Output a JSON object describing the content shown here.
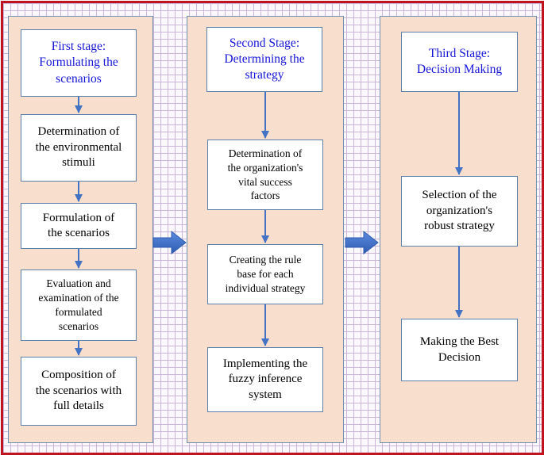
{
  "stages": [
    {
      "title": "First stage:\nFormulating the\nscenarios",
      "steps": [
        "Determination of\nthe environmental\nstimuli",
        "Formulation of\nthe scenarios",
        "Evaluation and\nexamination of the\nformulated\nscenarios",
        "Composition of\nthe scenarios with\nfull details"
      ]
    },
    {
      "title": "Second Stage:\nDetermining the\nstrategy",
      "steps": [
        "Determination of\nthe organization's\nvital success\nfactors",
        "Creating the rule\nbase for each\nindividual strategy",
        "Implementing the\nfuzzy inference\nsystem"
      ]
    },
    {
      "title": "Third Stage:\nDecision Making",
      "steps": [
        "Selection of the\norganization's\nrobust strategy",
        "Making the Best\nDecision"
      ]
    }
  ],
  "colors": {
    "border": "#c1121f",
    "panel": "#f8dfcd",
    "stage_title": "#1515d8",
    "arrow": "#4472c4",
    "block_arrow": "#3a6cc5"
  }
}
